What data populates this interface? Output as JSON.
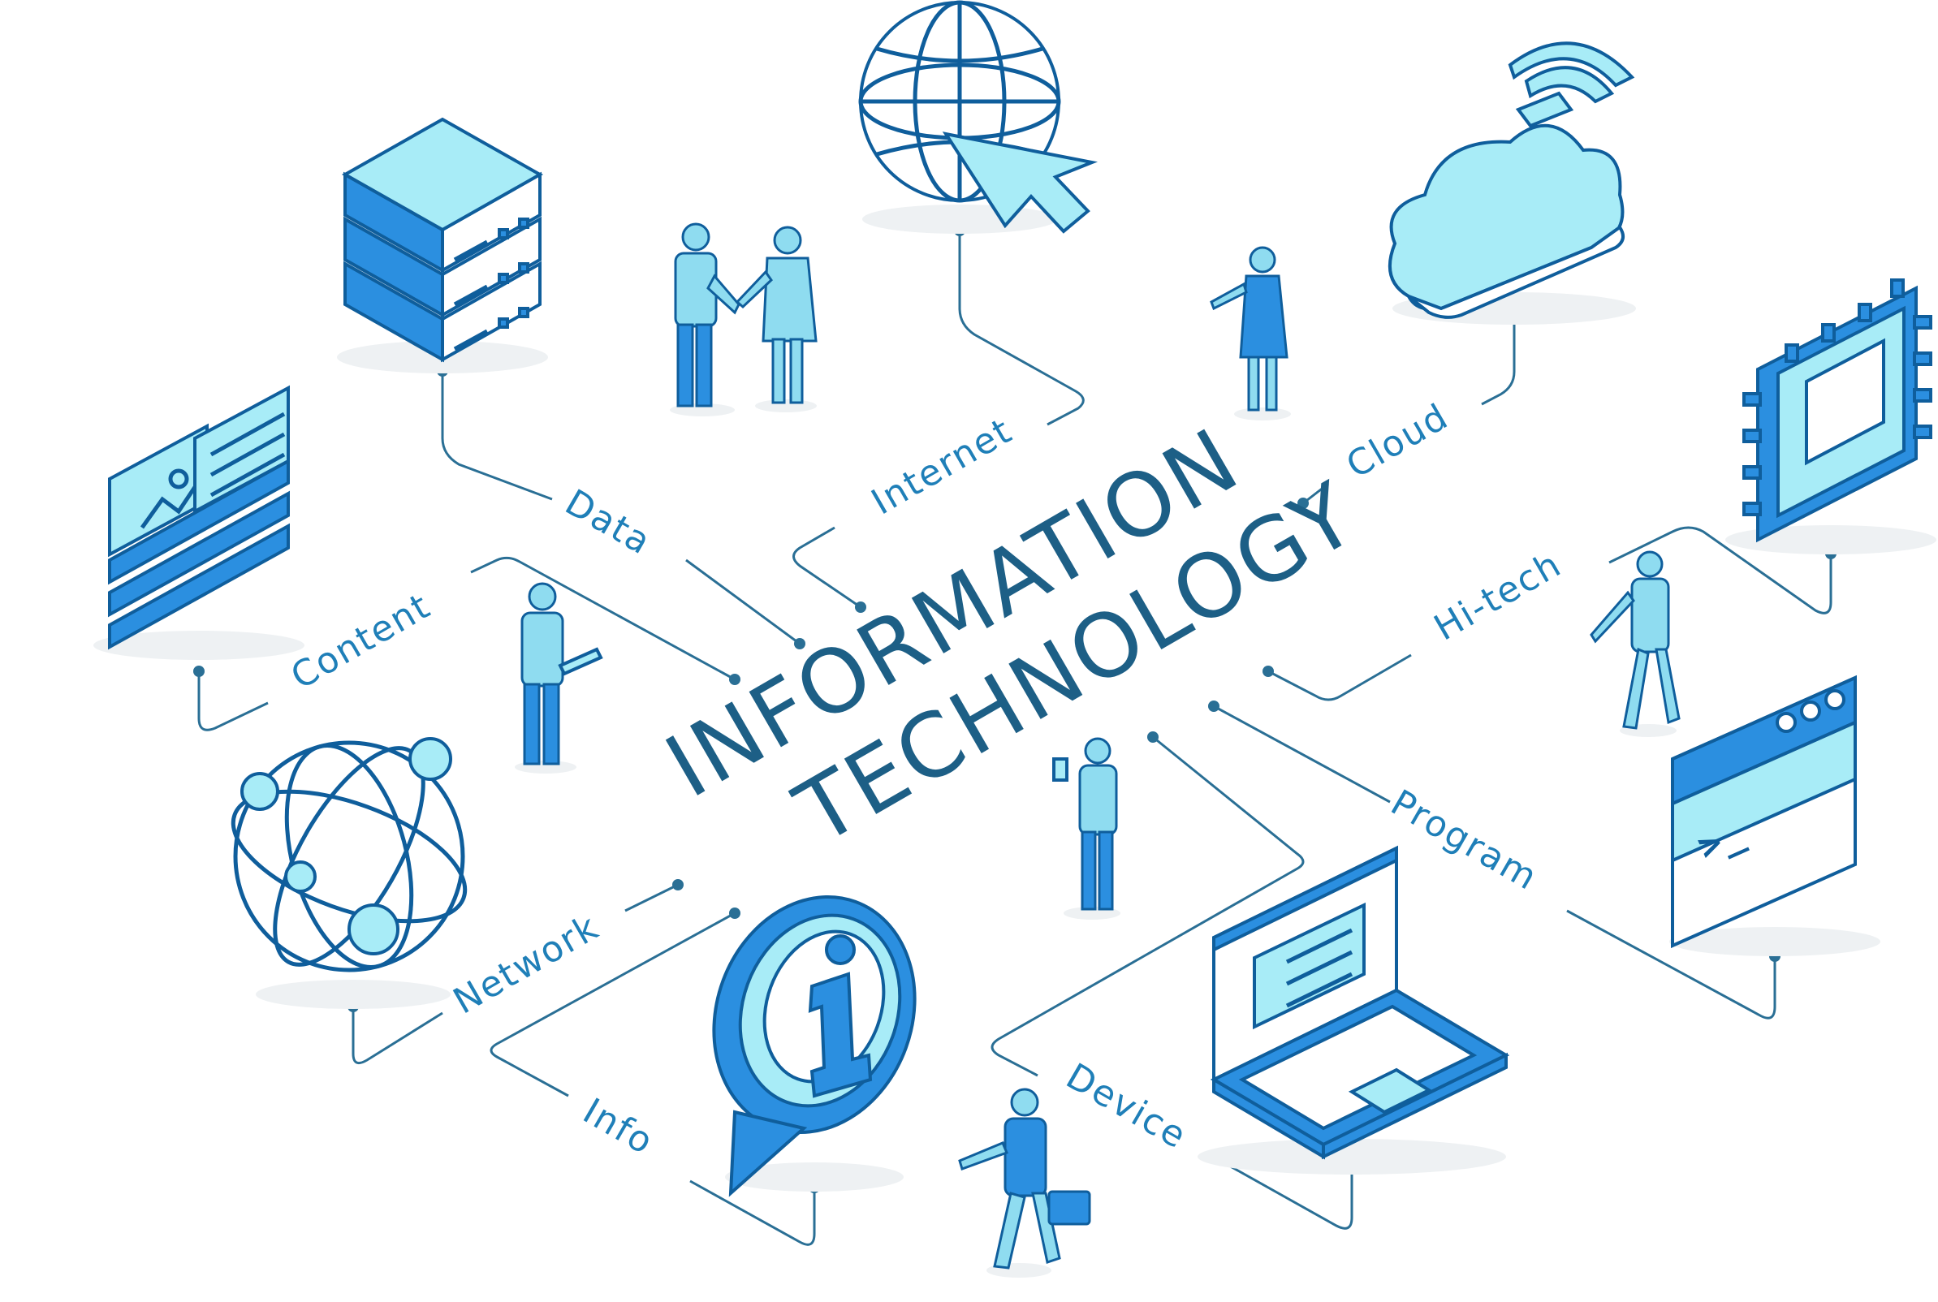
{
  "title": {
    "line1": "INFORMATION",
    "line2": "TECHNOLOGY"
  },
  "labels": {
    "data": "Data",
    "internet": "Internet",
    "cloud": "Cloud",
    "content": "Content",
    "hitech": "Hi-tech",
    "program": "Program",
    "network": "Network",
    "info": "Info",
    "device": "Device"
  },
  "icons": {
    "data": "server-icon",
    "internet": "globe-cursor-icon",
    "cloud": "cloud-wifi-icon",
    "content": "content-layout-icon",
    "hitech": "microchip-icon",
    "program": "terminal-window-icon",
    "network": "atom-network-icon",
    "info": "info-bubble-icon",
    "device": "laptop-icon",
    "program_prompt": ">_"
  },
  "colors": {
    "accent_dark": "#2b8fe0",
    "accent_light": "#a8ecf7",
    "outline": "#0f5e9c",
    "title": "#1d5f86",
    "label": "#1f7fb8"
  }
}
